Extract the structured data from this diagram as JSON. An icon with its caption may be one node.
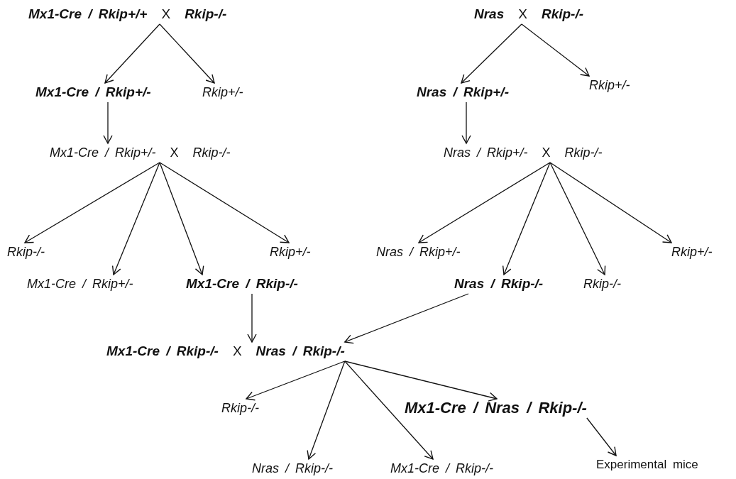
{
  "diagram": {
    "nodes": [
      {
        "text": [
          "Mx1-Cre / Rkip+/+",
          "X",
          "Rkip-/-"
        ]
      },
      {
        "text": [
          "Mx1-Cre / Rkip+/-"
        ]
      },
      {
        "text": [
          "Rkip+/-"
        ]
      },
      {
        "text": [
          "Mx1-Cre / Rkip+/-",
          "X",
          "Rkip-/-"
        ]
      },
      {
        "text": [
          "Rkip-/-"
        ]
      },
      {
        "text": [
          "Mx1-Cre / Rkip+/-"
        ]
      },
      {
        "text": [
          "Mx1-Cre / Rkip-/-"
        ]
      },
      {
        "text": [
          "Rkip+/-"
        ]
      },
      {
        "text": [
          "Nras",
          "X",
          "Rkip-/-"
        ]
      },
      {
        "text": [
          "Nras / Rkip+/-"
        ]
      },
      {
        "text": [
          "Rkip+/-"
        ]
      },
      {
        "text": [
          "Nras / Rkip+/-",
          "X",
          "Rkip-/-"
        ]
      },
      {
        "text": [
          "Nras / Rkip+/-"
        ]
      },
      {
        "text": [
          "Nras / Rkip-/-"
        ]
      },
      {
        "text": [
          "Rkip-/-"
        ]
      },
      {
        "text": [
          "Rkip+/-"
        ]
      },
      {
        "text": [
          "Mx1-Cre / Rkip-/-",
          "X",
          "Nras / Rkip-/-"
        ]
      },
      {
        "text": [
          "Rkip-/-"
        ]
      },
      {
        "text": [
          "Nras / Rkip-/-"
        ]
      },
      {
        "text": [
          "Mx1-Cre / Rkip-/-"
        ]
      },
      {
        "text": [
          "Mx1-Cre / Nras / Rkip-/-"
        ]
      },
      {
        "text": [
          "Experimental mice"
        ]
      }
    ],
    "edges": [
      {
        "from": 0,
        "to": 1,
        "arrow": "to"
      },
      {
        "from": 0,
        "to": 2,
        "arrow": "to"
      },
      {
        "from": 1,
        "to": 3,
        "arrow": "to"
      },
      {
        "from": 3,
        "to": 4,
        "arrow": "to"
      },
      {
        "from": 3,
        "to": 5,
        "arrow": "to"
      },
      {
        "from": 3,
        "to": 6,
        "arrow": "to"
      },
      {
        "from": 3,
        "to": 7,
        "arrow": "to"
      },
      {
        "from": 8,
        "to": 9,
        "arrow": "to"
      },
      {
        "from": 8,
        "to": 10,
        "arrow": "to"
      },
      {
        "from": 9,
        "to": 11,
        "arrow": "to"
      },
      {
        "from": 11,
        "to": 12,
        "arrow": "to"
      },
      {
        "from": 11,
        "to": 13,
        "arrow": "to"
      },
      {
        "from": 11,
        "to": 14,
        "arrow": "to"
      },
      {
        "from": 11,
        "to": 15,
        "arrow": "to"
      },
      {
        "from": 6,
        "to": 16,
        "arrow": "to"
      },
      {
        "from": 13,
        "to": 16,
        "arrow": "to"
      },
      {
        "from": 16,
        "to": 17,
        "arrow": "to"
      },
      {
        "from": 16,
        "to": 18,
        "arrow": "to"
      },
      {
        "from": 16,
        "to": 19,
        "arrow": "to"
      },
      {
        "from": 16,
        "to": 20,
        "arrow": "to"
      },
      {
        "from": 20,
        "to": 21,
        "arrow": "to"
      }
    ]
  }
}
